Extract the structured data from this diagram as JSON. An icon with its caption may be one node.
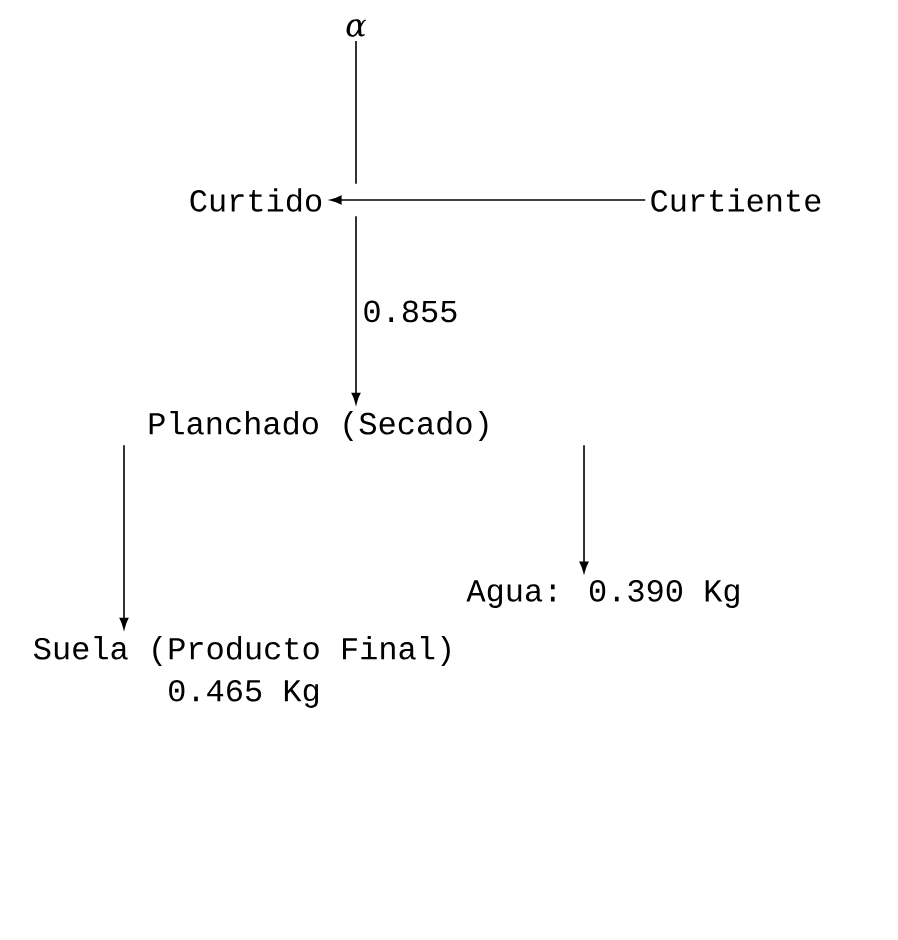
{
  "diagram": {
    "nodes": [
      {
        "text": [
          "α"
        ]
      },
      {
        "text": [
          "Curtido"
        ]
      },
      {
        "text": [
          "Curtiente"
        ]
      },
      {
        "text": [
          "Planchado (Secado)"
        ]
      },
      {
        "text": [
          "Agua: 0.390 Kg"
        ]
      },
      {
        "text": [
          "Suela (Producto Final)",
          "0.465 Kg"
        ]
      }
    ],
    "edges": [
      {
        "from": 0,
        "to": 1,
        "arrow": "none"
      },
      {
        "from": 2,
        "to": 1,
        "arrow": "to"
      },
      {
        "from": 1,
        "to": 3,
        "arrow": "to",
        "label": "0.855"
      },
      {
        "from": 3,
        "to": 4,
        "arrow": "to"
      },
      {
        "from": 3,
        "to": 5,
        "arrow": "to"
      }
    ]
  }
}
